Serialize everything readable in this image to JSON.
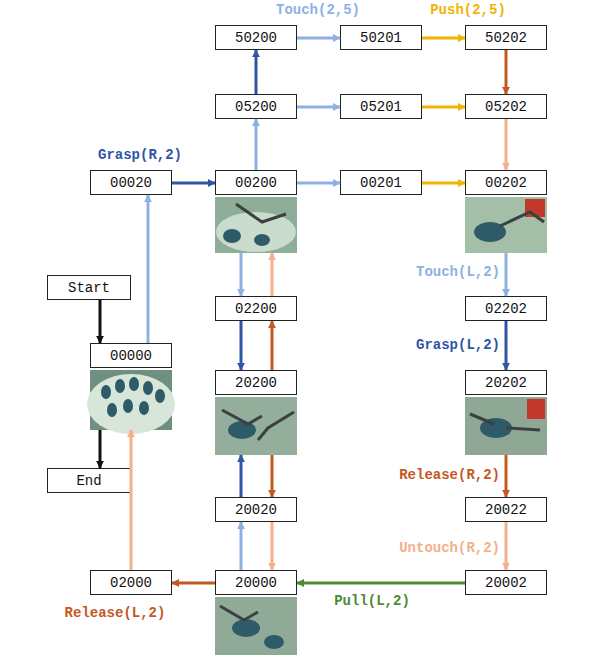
{
  "diagram": {
    "nodes": [
      {
        "text": [
          "50200"
        ]
      },
      {
        "text": [
          "50201"
        ]
      },
      {
        "text": [
          "50202"
        ]
      },
      {
        "text": [
          "05200"
        ]
      },
      {
        "text": [
          "05201"
        ]
      },
      {
        "text": [
          "05202"
        ]
      },
      {
        "text": [
          "00020"
        ]
      },
      {
        "text": [
          "00200"
        ]
      },
      {
        "text": [
          "00201"
        ]
      },
      {
        "text": [
          "00202"
        ]
      },
      {
        "text": [
          "Start"
        ]
      },
      {
        "text": [
          "02200"
        ]
      },
      {
        "text": [
          "02202"
        ]
      },
      {
        "text": [
          "00000"
        ]
      },
      {
        "text": [
          "20200"
        ]
      },
      {
        "text": [
          "20202"
        ]
      },
      {
        "text": [
          "End"
        ]
      },
      {
        "text": [
          "20020"
        ]
      },
      {
        "text": [
          "20022"
        ]
      },
      {
        "text": [
          "02000"
        ]
      },
      {
        "text": [
          "20000"
        ]
      },
      {
        "text": [
          "20002"
        ]
      }
    ],
    "edges": [
      {
        "from": 10,
        "to": 13,
        "arrow": "to"
      },
      {
        "from": 13,
        "to": 16,
        "arrow": "to"
      },
      {
        "from": 13,
        "to": 6,
        "arrow": "to"
      },
      {
        "from": 6,
        "to": 7,
        "label": "Grasp(R,2)",
        "arrow": "to"
      },
      {
        "from": 7,
        "to": 3,
        "arrow": "to"
      },
      {
        "from": 3,
        "to": 0,
        "arrow": "to"
      },
      {
        "from": 0,
        "to": 1,
        "label": "Touch(2,5)",
        "arrow": "to"
      },
      {
        "from": 1,
        "to": 2,
        "label": "Push(2,5)",
        "arrow": "to"
      },
      {
        "from": 2,
        "to": 5,
        "arrow": "to"
      },
      {
        "from": 3,
        "to": 4,
        "arrow": "to"
      },
      {
        "from": 4,
        "to": 5,
        "arrow": "to"
      },
      {
        "from": 5,
        "to": 9,
        "arrow": "to"
      },
      {
        "from": 7,
        "to": 8,
        "arrow": "to"
      },
      {
        "from": 8,
        "to": 9,
        "arrow": "to"
      },
      {
        "from": 9,
        "to": 12,
        "label": "Touch(L,2)",
        "arrow": "to"
      },
      {
        "from": 12,
        "to": 15,
        "label": "Grasp(L,2)",
        "arrow": "to"
      },
      {
        "from": 15,
        "to": 18,
        "label": "Release(R,2)",
        "arrow": "to"
      },
      {
        "from": 18,
        "to": 21,
        "label": "Untouch(R,2)",
        "arrow": "to"
      },
      {
        "from": 21,
        "to": 20,
        "label": "Pull(L,2)",
        "arrow": "to"
      },
      {
        "from": 20,
        "to": 19,
        "label": "Release(L,2)",
        "arrow": "to"
      },
      {
        "from": 19,
        "to": 13,
        "arrow": "to"
      },
      {
        "from": 7,
        "to": 11,
        "arrow": "to"
      },
      {
        "from": 11,
        "to": 7,
        "arrow": "to"
      },
      {
        "from": 11,
        "to": 14,
        "arrow": "to"
      },
      {
        "from": 14,
        "to": 11,
        "arrow": "to"
      },
      {
        "from": 17,
        "to": 14,
        "arrow": "to"
      },
      {
        "from": 14,
        "to": 17,
        "arrow": "to"
      },
      {
        "from": 20,
        "to": 17,
        "arrow": "to"
      },
      {
        "from": 17,
        "to": 20,
        "arrow": "to"
      }
    ]
  }
}
